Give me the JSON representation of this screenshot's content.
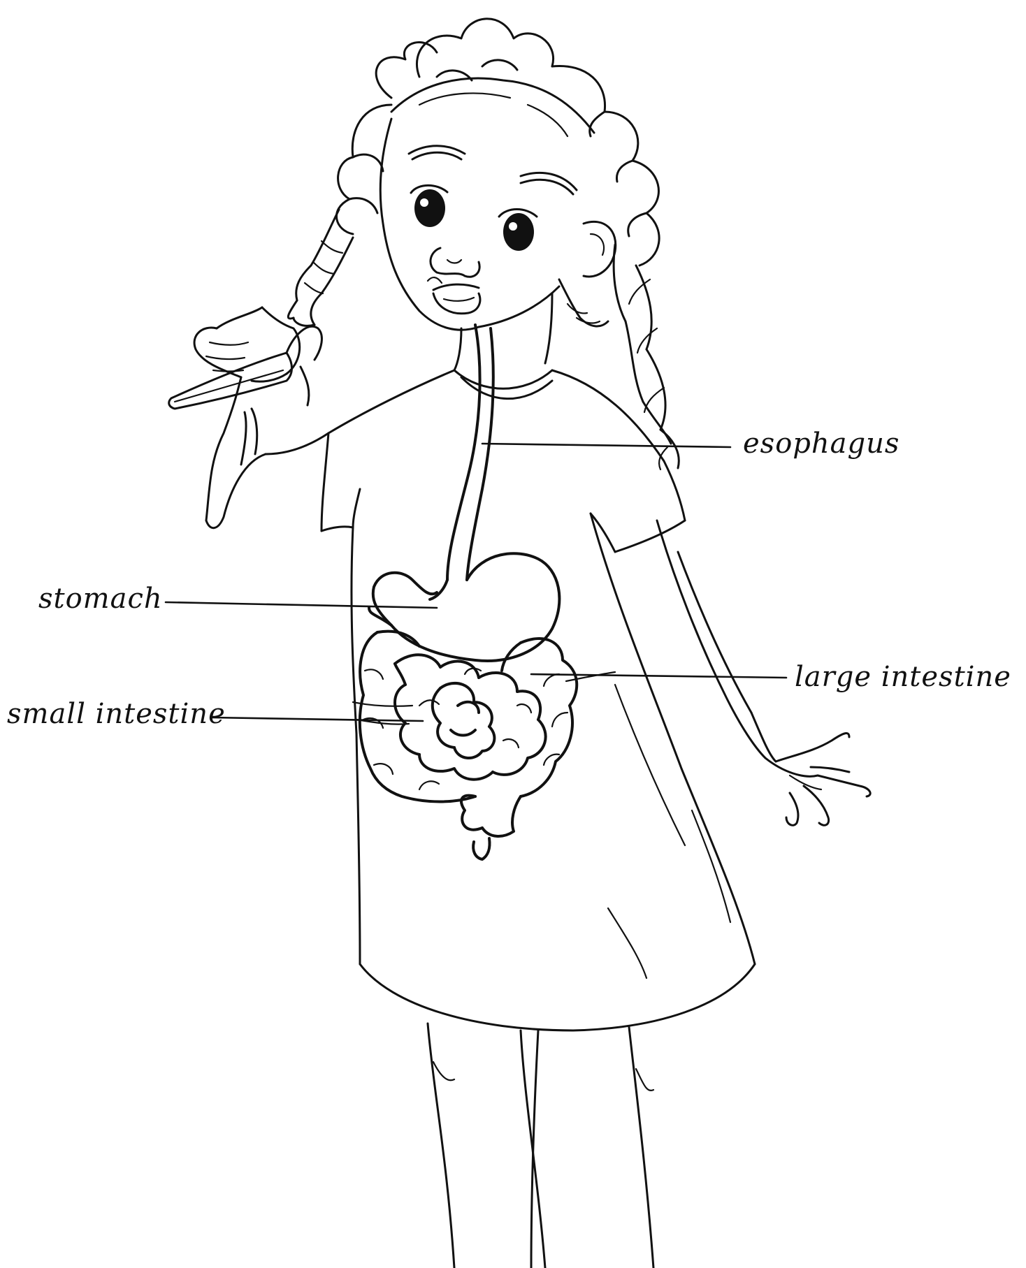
{
  "labels": {
    "esophagus": "esophagus",
    "stomach": "stomach",
    "large_intestine": "large intestine",
    "small_intestine": "small intestine"
  },
  "colors": {
    "ink": "#111111",
    "background": "#ffffff"
  }
}
